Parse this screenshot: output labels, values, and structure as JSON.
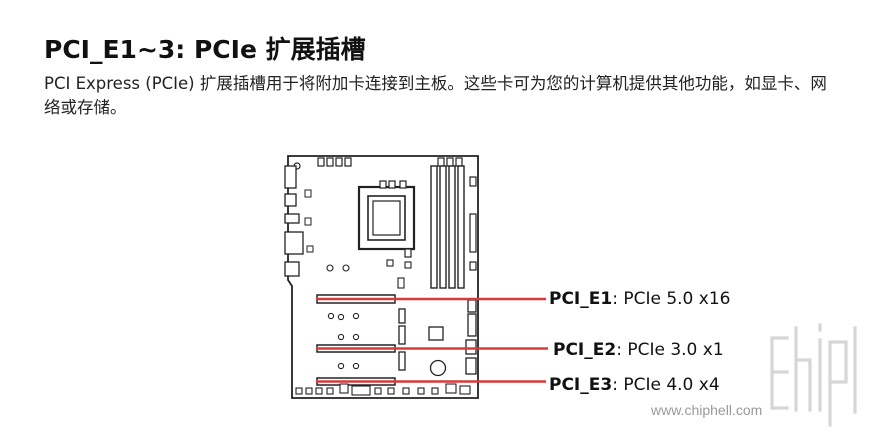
{
  "heading": {
    "title": "PCI_E1~3: PCIe 扩展插槽"
  },
  "description": "PCI Express (PCIe) 扩展插槽用于将附加卡连接到主板。这些卡可为您的计算机提供其他功能，如显卡、网络或存储。",
  "diagram": {
    "slots": [
      {
        "name": "PCI_E1",
        "spec": ": PCIe 5.0 x16"
      },
      {
        "name": "PCI_E2",
        "spec": ": PCIe 3.0 x1"
      },
      {
        "name": "PCI_E3",
        "spec": ": PCIe 4.0 x4"
      }
    ],
    "callout_color": "#d83a3a"
  },
  "watermark": {
    "text": "www.chiphell.com",
    "logo": "chiphell"
  }
}
